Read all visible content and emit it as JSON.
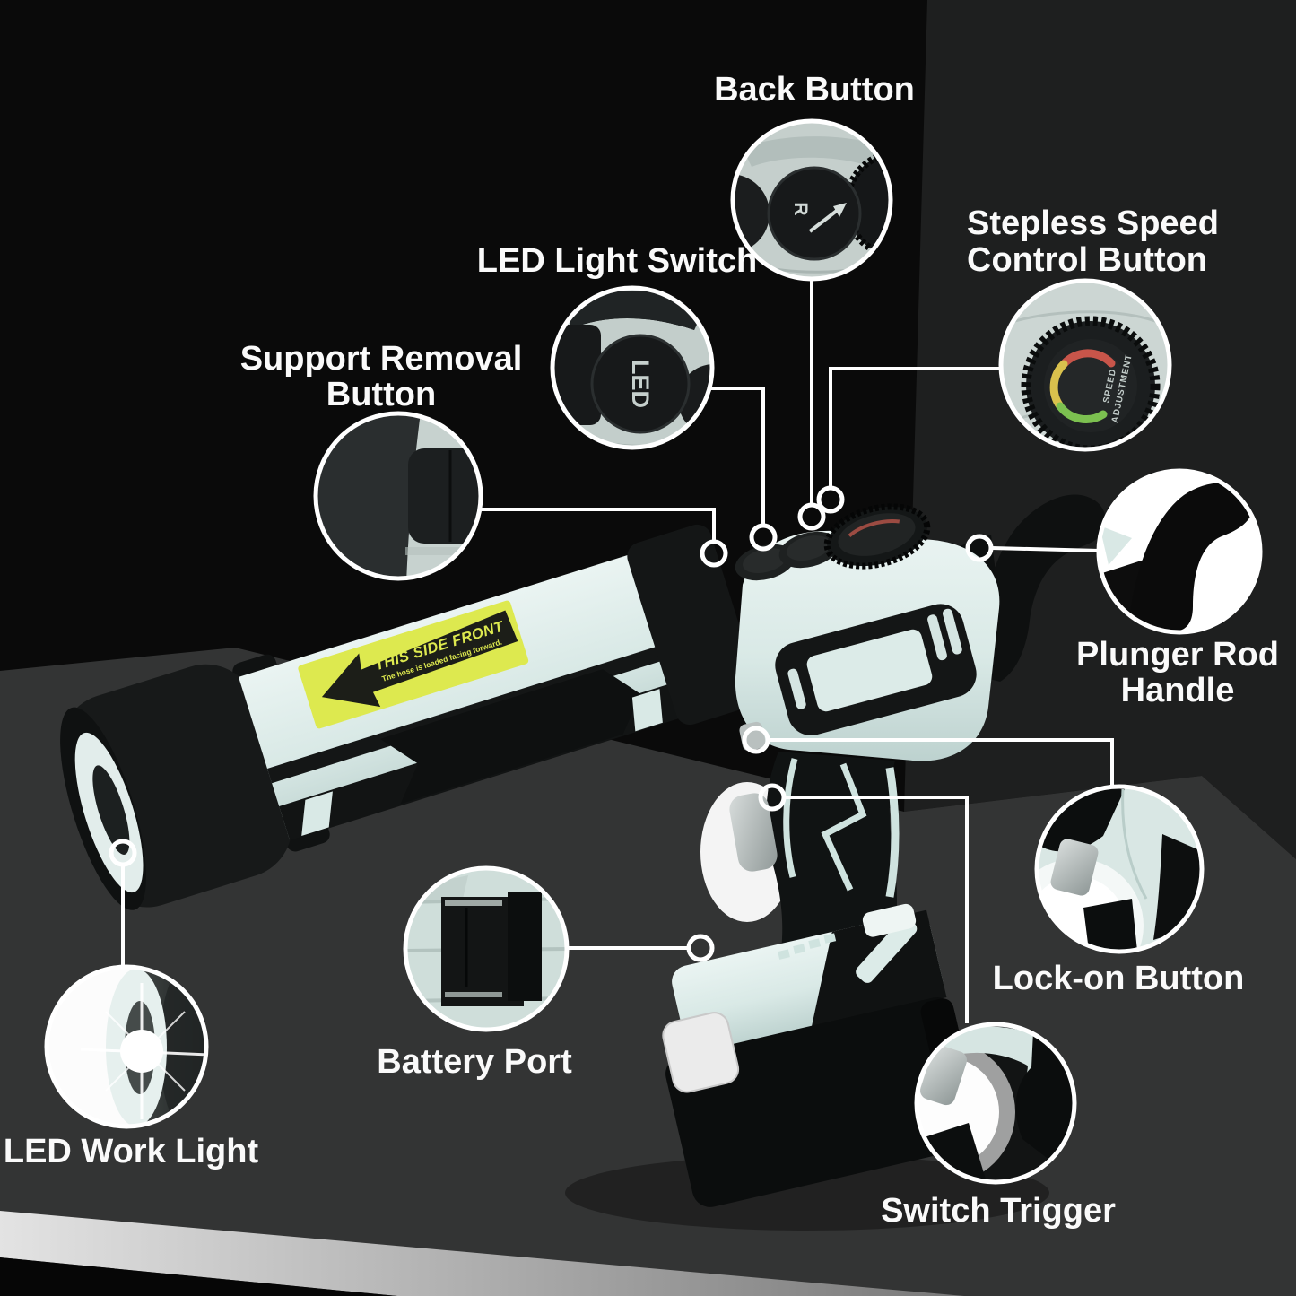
{
  "callouts": {
    "back_button": {
      "label": "Back Button"
    },
    "stepless_speed": {
      "line1": "Stepless Speed",
      "line2": "Control Button"
    },
    "led_light_switch": {
      "label": "LED Light Switch"
    },
    "support_removal": {
      "line1": "Support Removal",
      "line2": "Button"
    },
    "plunger_rod_handle": {
      "line1": "Plunger Rod",
      "line2": "Handle"
    },
    "lock_on_button": {
      "label": "Lock-on Button"
    },
    "battery_port": {
      "label": "Battery Port"
    },
    "led_work_light": {
      "label": "LED Work Light"
    },
    "switch_trigger": {
      "label": "Switch Trigger"
    }
  },
  "device": {
    "sticker": {
      "line1": "THIS SIDE FRONT",
      "line2": "The hose is loaded facing forward."
    },
    "led_button_text": "LED",
    "back_button_text": "R",
    "speed_dial": {
      "word1": "SPEED",
      "word2": "ADJUSTMENT"
    }
  },
  "colors": {
    "background": "#0a0a0a",
    "wall": "#1e1f1f",
    "floor": "#333434",
    "body_mint": "#dcebe8",
    "frame_black": "#121414",
    "sticker_yellow": "#dde94f",
    "label_text": "#fafafa",
    "speed_arc_red": "#c8554a",
    "speed_arc_yellow": "#d9c14d",
    "speed_arc_green": "#7cc050"
  }
}
